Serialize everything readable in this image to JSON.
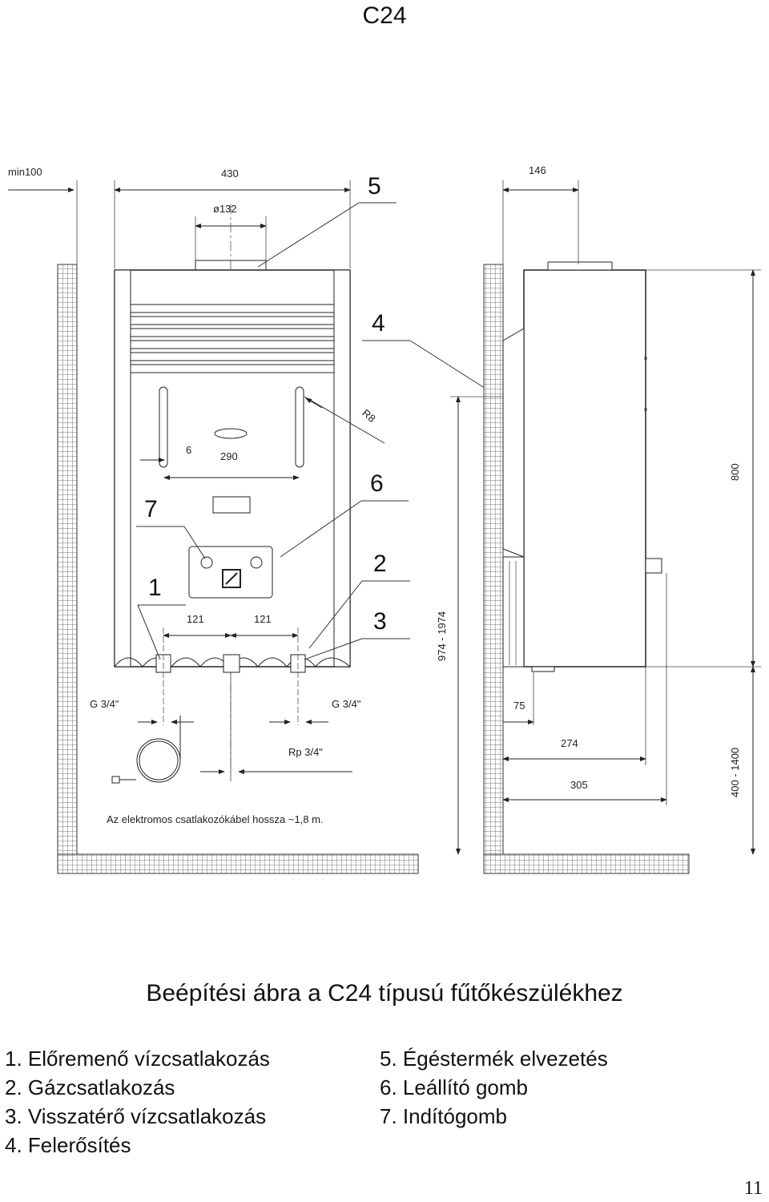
{
  "header": {
    "title": "C24"
  },
  "figure": {
    "dims": {
      "min_clearance": "min100",
      "width": "430",
      "flue_diameter": "ø132",
      "depth_top": "146",
      "bracket_spacing": "6",
      "bracket_width": "290",
      "pipe_spacing_left": "121",
      "pipe_spacing_right": "121",
      "thread_left": "G 3/4\"",
      "thread_right": "G 3/4\"",
      "gas_thread": "Rp 3/4\"",
      "height": "800",
      "mount_height": "974 - 1974",
      "floor_height": "400 - 1400",
      "depth_75": "75",
      "depth_274": "274",
      "depth_305": "305",
      "angle_label": "R8"
    },
    "callouts": [
      "1",
      "2",
      "3",
      "4",
      "5",
      "6",
      "7"
    ],
    "cable_note": "Az elektromos csatlakozókábel hossza ~1,8 m."
  },
  "caption": "Beépítési ábra a C24 típusú fűtőkészülékhez",
  "legend": {
    "left": [
      "1. Előremenő vízcsatlakozás",
      "2. Gázcsatlakozás",
      "3. Visszatérő vízcsatlakozás",
      "4. Felerősítés"
    ],
    "right": [
      "5. Égéstermék elvezetés",
      "6. Leállító gomb",
      "7. Indítógomb"
    ]
  },
  "page_number": "11"
}
